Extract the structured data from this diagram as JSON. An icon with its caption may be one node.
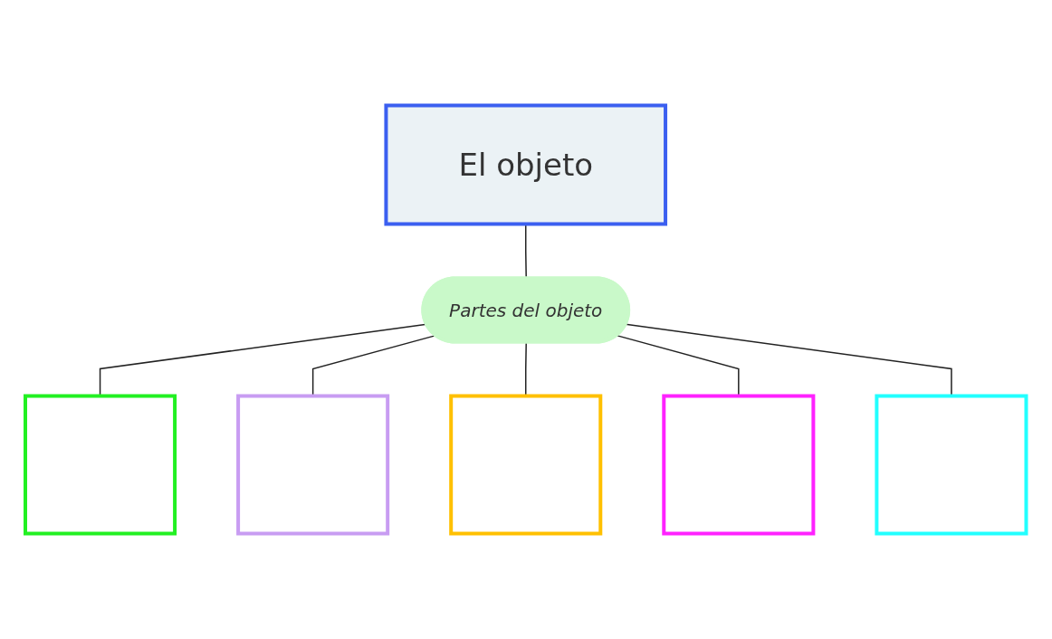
{
  "diagram": {
    "nodes": [
      {
        "text": [
          "El objeto"
        ]
      },
      {
        "text": [
          "Partes del objeto"
        ]
      },
      {
        "text": [],
        "shape": "box"
      },
      {
        "text": [],
        "shape": "box"
      },
      {
        "text": [],
        "shape": "box"
      },
      {
        "text": [],
        "shape": "box"
      },
      {
        "text": [],
        "shape": "box"
      }
    ],
    "edges": [
      {
        "from": 0,
        "to": 1,
        "arrow": "none"
      },
      {
        "from": 1,
        "to": 2,
        "arrow": "none"
      },
      {
        "from": 1,
        "to": 3,
        "arrow": "none"
      },
      {
        "from": 1,
        "to": 4,
        "arrow": "none"
      },
      {
        "from": 1,
        "to": 5,
        "arrow": "none"
      },
      {
        "from": 1,
        "to": 6,
        "arrow": "none"
      }
    ]
  }
}
